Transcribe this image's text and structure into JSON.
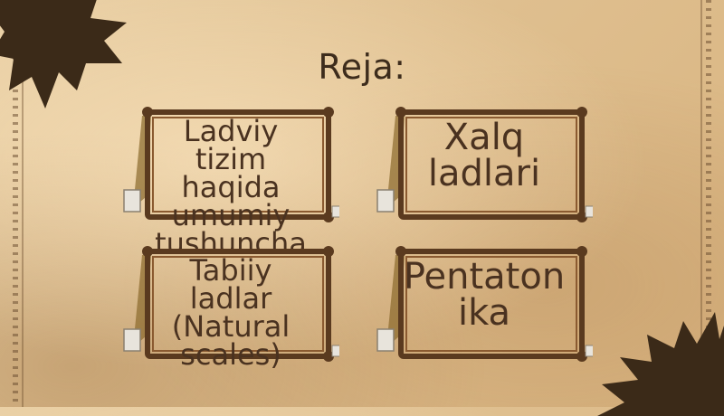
{
  "slide": {
    "title": "Reja:",
    "cards": [
      {
        "text": "Ladviy tizim haqida umumiy tushuncha"
      },
      {
        "text": "Xalq ladlari"
      },
      {
        "text": "Tabiiy ladlar (Natural scales)"
      },
      {
        "text": "Pentaton ika"
      }
    ]
  },
  "colors": {
    "parchment": "#dfbf8f",
    "ink": "#3d2c1c",
    "frame": "#5a3a1f",
    "splat": "#3b2a18"
  },
  "icons": [
    "ink-splat-icon",
    "scroll-frame-icon"
  ]
}
